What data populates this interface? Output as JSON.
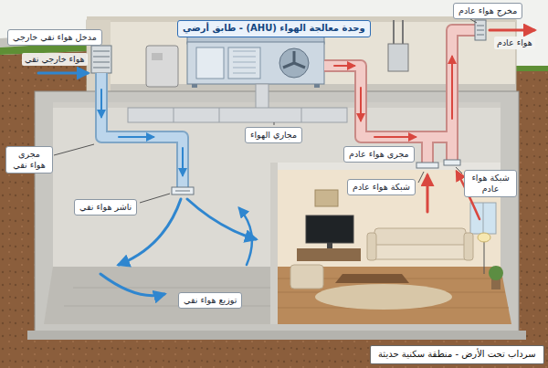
{
  "diagram": {
    "caption": "سرداب تحت الأرض - منطقة سكنية حديثة",
    "nodes": [
      {
        "text": [
          "وحدة معالجة الهواء (AHU) - طابق أرضي"
        ]
      },
      {
        "text": [
          "مخرج هواء عادم"
        ]
      },
      {
        "text": [
          "مدخل هواء نقي خارجي"
        ]
      },
      {
        "text": [
          "مجاري الهواء"
        ]
      },
      {
        "text": [
          "مجرى هواء عادم"
        ]
      },
      {
        "text": [
          "مجرى هواء نقي"
        ]
      },
      {
        "text": [
          "شبكة هواء عادم"
        ]
      },
      {
        "text": [
          "شبكة هواء عادم"
        ]
      },
      {
        "text": [
          "ناشر هواء نقي"
        ]
      },
      {
        "text": [
          "توزيع هواء نقي"
        ]
      }
    ],
    "labels": [
      "هواء عادم",
      "هواء خارجي نقي"
    ]
  }
}
